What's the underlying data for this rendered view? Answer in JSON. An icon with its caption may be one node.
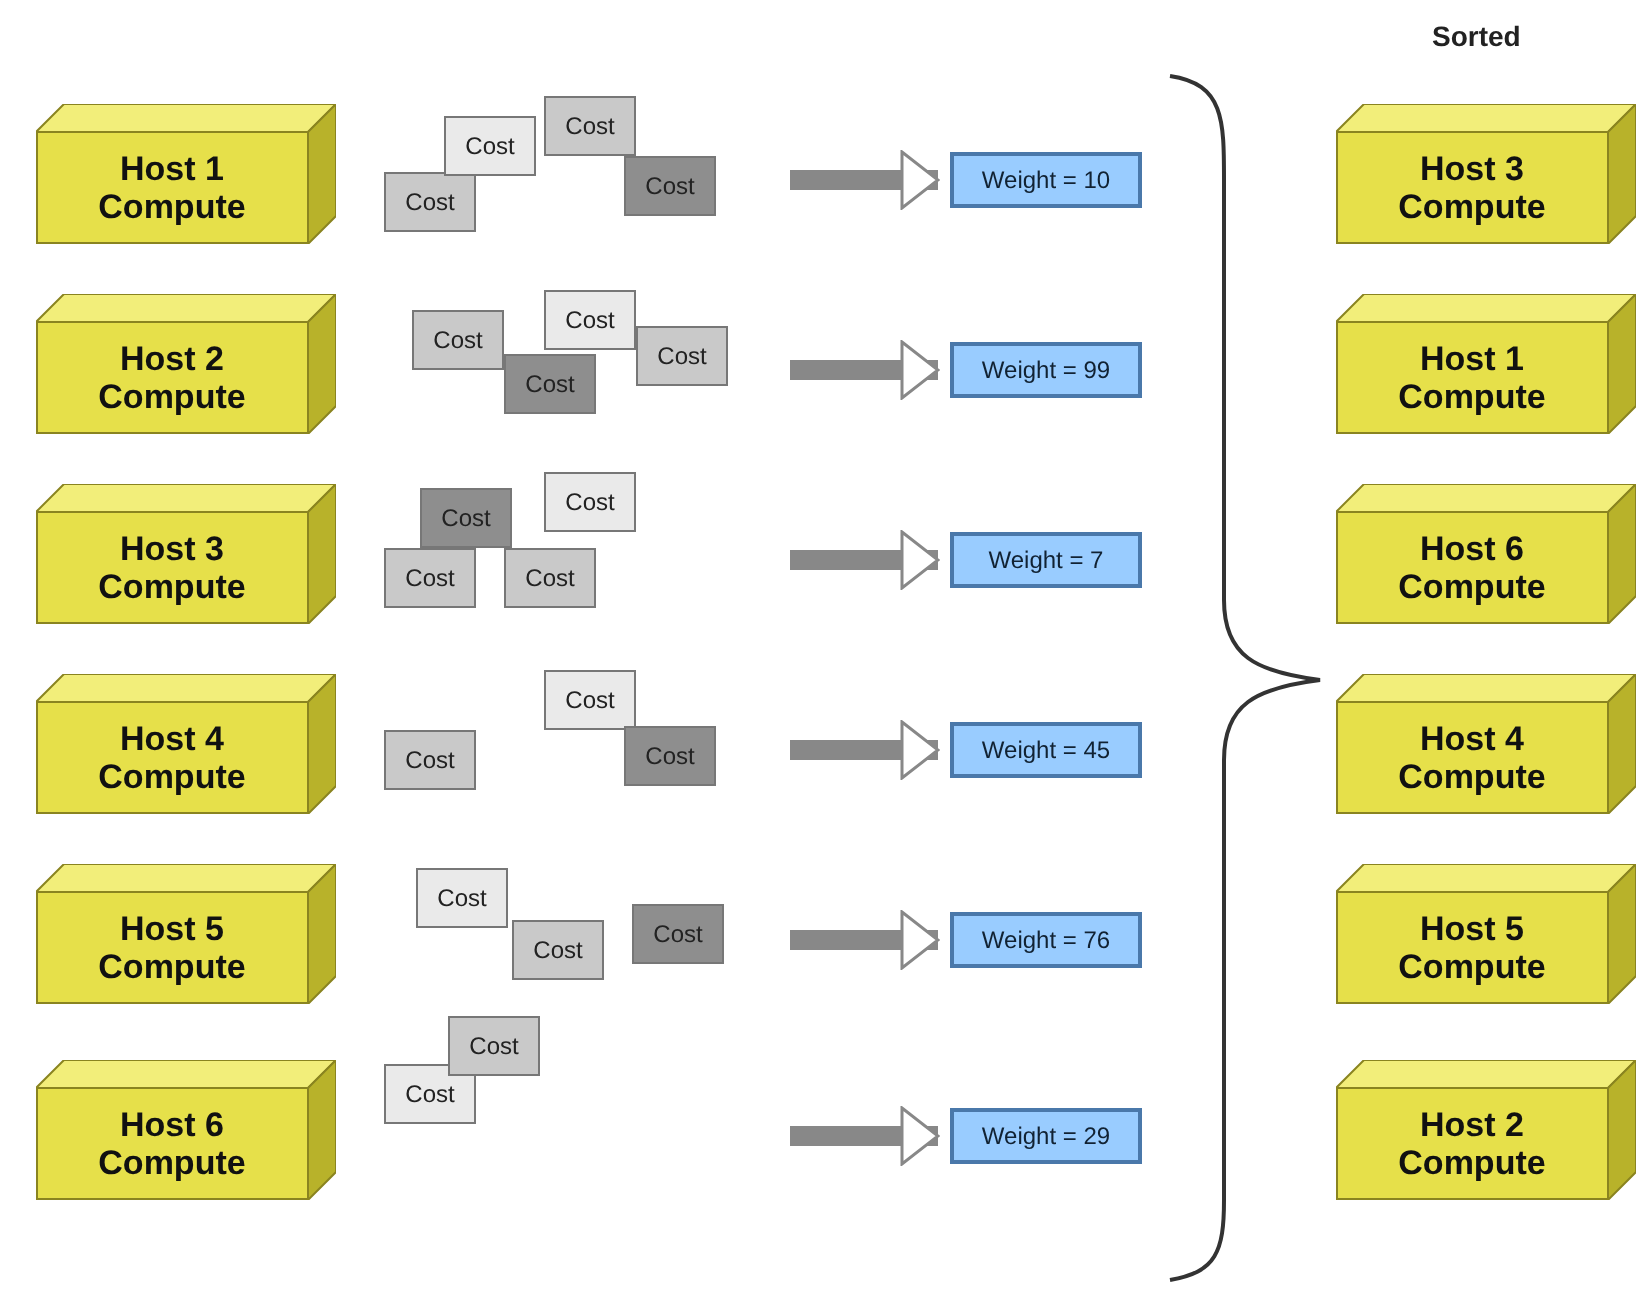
{
  "diagram": {
    "nodes": [
      {
        "text": [
          "Host 1 Compute"
        ]
      },
      {
        "text": [
          "Host 2 Compute"
        ]
      },
      {
        "text": [
          "Host 3 Compute"
        ]
      },
      {
        "text": [
          "Host 4 Compute"
        ]
      },
      {
        "text": [
          "Host 5 Compute"
        ]
      },
      {
        "text": [
          "Host 6 Compute"
        ]
      },
      {
        "text": [
          "Cost"
        ]
      },
      {
        "text": [
          "Cost"
        ]
      },
      {
        "text": [
          "Cost"
        ]
      },
      {
        "text": [
          "Cost"
        ]
      },
      {
        "text": [
          "Cost"
        ]
      },
      {
        "text": [
          "Cost"
        ]
      },
      {
        "text": [
          "Cost"
        ]
      },
      {
        "text": [
          "Cost"
        ]
      },
      {
        "text": [
          "Cost"
        ]
      },
      {
        "text": [
          "Cost"
        ]
      },
      {
        "text": [
          "Cost"
        ]
      },
      {
        "text": [
          "Cost"
        ]
      },
      {
        "text": [
          "Cost"
        ]
      },
      {
        "text": [
          "Cost"
        ]
      },
      {
        "text": [
          "Cost"
        ]
      },
      {
        "text": [
          "Cost"
        ]
      },
      {
        "text": [
          "Cost"
        ]
      },
      {
        "text": [
          "Cost"
        ]
      },
      {
        "text": [
          "Cost"
        ]
      },
      {
        "text": [
          "Cost"
        ]
      },
      {
        "text": [
          "Weight = 10"
        ]
      },
      {
        "text": [
          "Weight = 99"
        ]
      },
      {
        "text": [
          "Weight = 7"
        ]
      },
      {
        "text": [
          "Weight = 45"
        ]
      },
      {
        "text": [
          "Weight = 76"
        ]
      },
      {
        "text": [
          "Weight = 29"
        ]
      },
      {
        "text": [
          "Host 3 Compute"
        ]
      },
      {
        "text": [
          "Host 1 Compute"
        ]
      },
      {
        "text": [
          "Host 6 Compute"
        ]
      },
      {
        "text": [
          "Host 4 Compute"
        ]
      },
      {
        "text": [
          "Host 5 Compute"
        ]
      },
      {
        "text": [
          "Host 2 Compute"
        ]
      }
    ],
    "edges": [
      {
        "from": null,
        "to": 26,
        "arrow": "to"
      },
      {
        "from": null,
        "to": 27,
        "arrow": "to"
      },
      {
        "from": null,
        "to": 28,
        "arrow": "to"
      },
      {
        "from": null,
        "to": 29,
        "arrow": "to"
      },
      {
        "from": null,
        "to": 30,
        "arrow": "to"
      },
      {
        "from": null,
        "to": 31,
        "arrow": "to"
      }
    ],
    "labels": [
      "Sorted"
    ]
  }
}
